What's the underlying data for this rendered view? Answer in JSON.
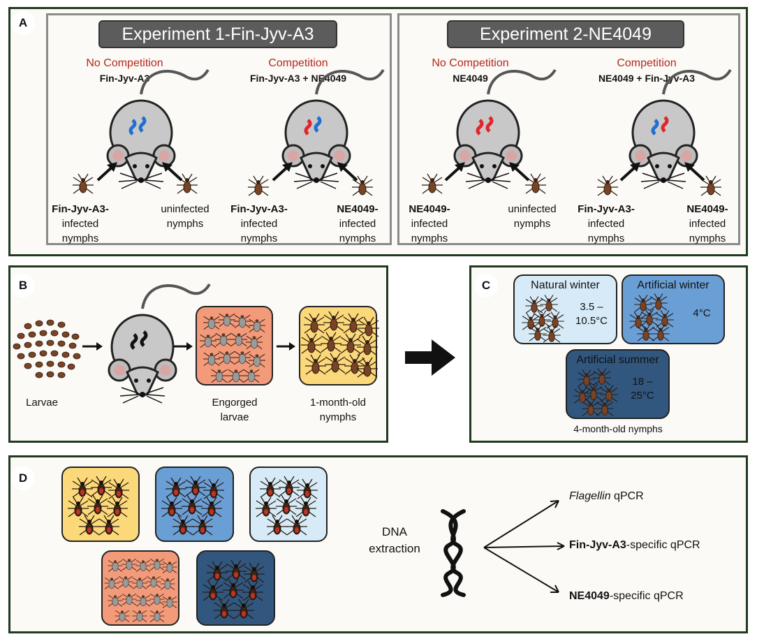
{
  "panel_a": {
    "label": "A",
    "exp1": {
      "title": "Experiment 1-Fin-Jyv-A3",
      "left": {
        "heading": "No Competition",
        "strain": "Fin-Jyv-A3",
        "nymph_left": [
          "Fin-Jyv-A3-",
          "infected",
          "nymphs"
        ],
        "nymph_right": [
          "uninfected",
          "nymphs"
        ]
      },
      "right": {
        "heading": "Competition",
        "strain": "Fin-Jyv-A3 + NE4049",
        "nymph_left": [
          "Fin-Jyv-A3-",
          "infected",
          "nymphs"
        ],
        "nymph_right": [
          "NE4049-",
          "infected",
          "nymphs"
        ]
      }
    },
    "exp2": {
      "title": "Experiment 2-NE4049",
      "left": {
        "heading": "No Competition",
        "strain": "NE4049",
        "nymph_left": [
          "NE4049-",
          "infected",
          "nymphs"
        ],
        "nymph_right": [
          "uninfected",
          "nymphs"
        ]
      },
      "right": {
        "heading": "Competition",
        "strain": "NE4049 + Fin-Jyv-A3",
        "nymph_left": [
          "Fin-Jyv-A3-",
          "infected",
          "nymphs"
        ],
        "nymph_right": [
          "NE4049-",
          "infected",
          "nymphs"
        ]
      }
    }
  },
  "panel_b": {
    "label": "B",
    "larvae": "Larvae",
    "engorged": [
      "Engorged",
      "larvae"
    ],
    "nymphs": [
      "1-month-old",
      "nymphs"
    ]
  },
  "panel_c": {
    "label": "C",
    "natural_winter": {
      "title": "Natural winter",
      "temp": [
        "3.5 –",
        "10.5°C"
      ]
    },
    "artificial_winter": {
      "title": "Artificial winter",
      "temp": "4°C"
    },
    "artificial_summer": {
      "title": "Artificial summer",
      "temp": [
        "18 –",
        "25°C"
      ]
    },
    "caption": "4-month-old nymphs"
  },
  "panel_d": {
    "label": "D",
    "dna": [
      "DNA",
      "extraction"
    ],
    "flagellin": {
      "italic": "Flagellin",
      "rest": " qPCR"
    },
    "finjyv": {
      "bold": "Fin-Jyv-A3",
      "rest": "-specific qPCR"
    },
    "ne4049": {
      "bold": "NE4049",
      "rest": "-specific qPCR"
    }
  },
  "colors": {
    "frame": "#1f3a1f",
    "red_text": "#b5281c",
    "fin_jyv_spirochete": "#1f6fd1",
    "ne4049_spirochete": "#e0262a",
    "yellow_box": "#fbd97a",
    "salmon_box": "#f39a7a",
    "light_blue_box": "#d6ebf7",
    "mid_blue_box": "#6a9fd6",
    "dark_blue_box": "#31577f"
  }
}
